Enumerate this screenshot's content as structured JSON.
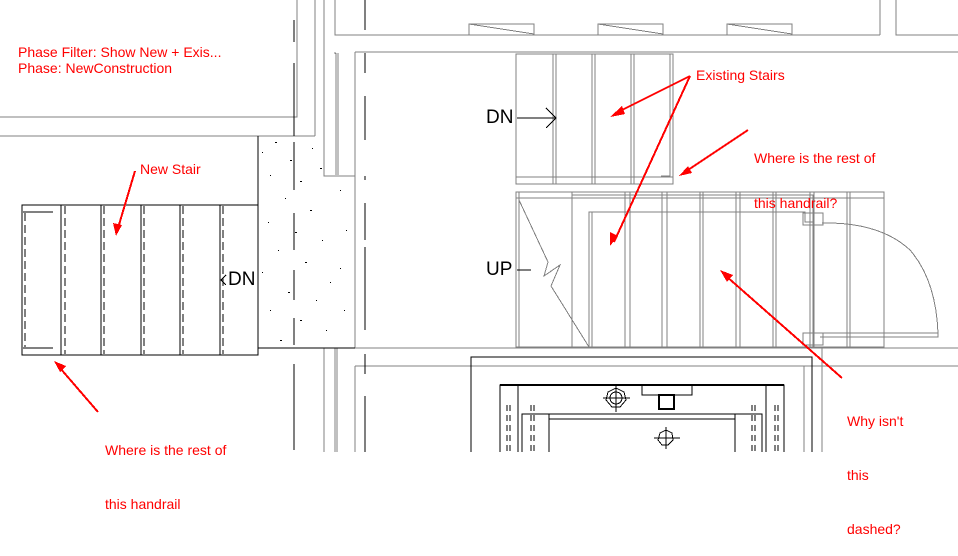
{
  "view_info": {
    "phase_filter": "Phase Filter: Show New + Exis...",
    "phase": "Phase: NewConstruction"
  },
  "colors": {
    "annotation": "#ff0000",
    "existing_line": "#808080",
    "new_line": "#000000",
    "background": "#ffffff"
  },
  "stair_tags": {
    "existing_down": "DN",
    "new_down": "DN",
    "existing_up": "UP"
  },
  "annotations": {
    "existing_stairs": "Existing Stairs",
    "upper_handrail_line1": "Where is the rest of",
    "upper_handrail_line2": "this handrail?",
    "new_stair": "New Stair",
    "lower_handrail_line1": "Where is the rest of",
    "lower_handrail_line2": "this handrail",
    "dashed_line1": "Why isn't",
    "dashed_line2": "this",
    "dashed_line3": "dashed?"
  }
}
